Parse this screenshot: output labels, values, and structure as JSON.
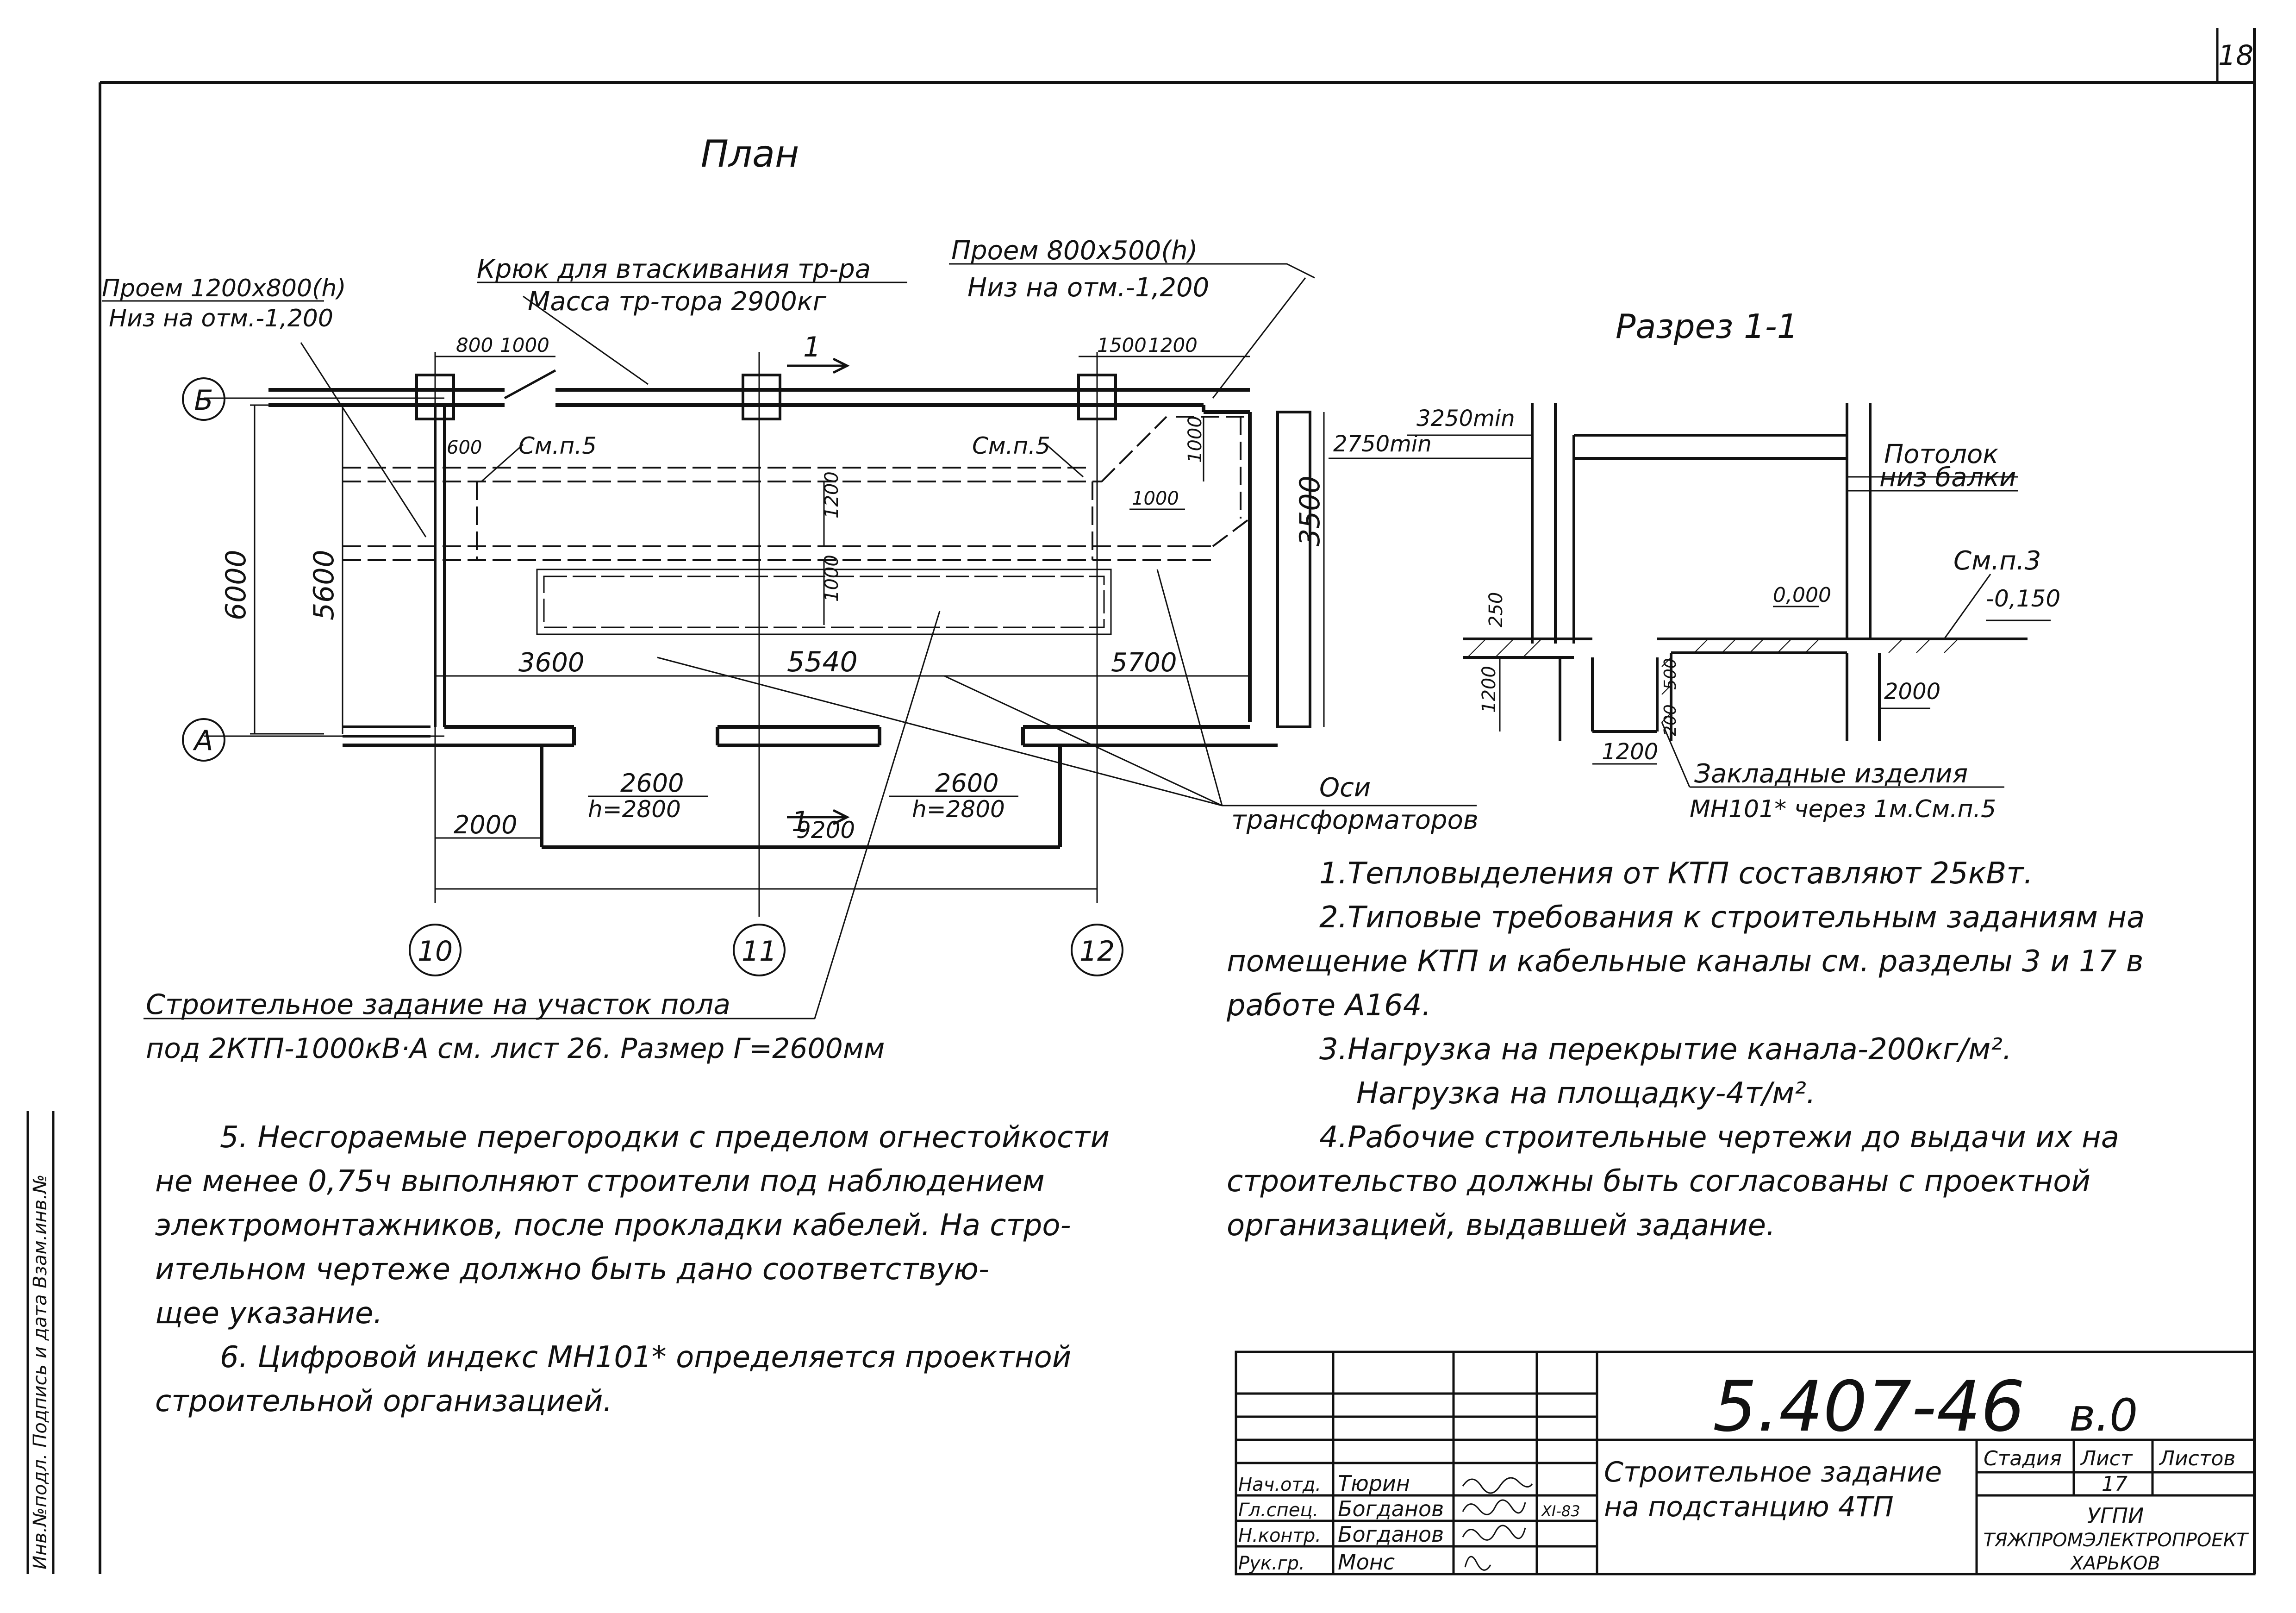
{
  "sheet_number": "18",
  "plan": {
    "title": "План",
    "callouts": {
      "opening_left_1": "Проем 1200x800(h)",
      "opening_left_2": "Низ на отм.-1,200",
      "hook_1": "Крюк для втаскивания тр-ра",
      "hook_2": "Масса тр-тора 2900кг",
      "opening_right_1": "Проем 800x500(h)",
      "opening_right_2": "Низ на отм.-1,200",
      "floor_task_1": "Строительное задание на участок пола",
      "floor_task_2": "под 2КТП-1000кВ·А см. лист 26. Размер Г=2600мм",
      "transformer_axes_1": "Оси",
      "transformer_axes_2": "трансформаторов",
      "see_note_left": "См.п.5",
      "see_note_right": "См.п.5"
    },
    "axes": {
      "b": "Б",
      "a": "А",
      "c10": "10",
      "c11": "11",
      "c12": "12"
    },
    "section_mark": "1",
    "dims": {
      "d800": "800",
      "d1000a": "1000",
      "d1500": "1500",
      "d1200a": "1200",
      "d600": "600",
      "d1200b": "1200",
      "d1000b": "1000",
      "d1000c": "1000",
      "d1000d": "1000",
      "d6000": "6000",
      "d5600": "5600",
      "d3500": "3500",
      "d3600": "3600",
      "d5540": "5540",
      "d5700": "5700",
      "d2600a": "2600",
      "h2800a": "h=2800",
      "d2600b": "2600",
      "h2800b": "h=2800",
      "d2000": "2000",
      "d9200": "9200"
    }
  },
  "section": {
    "title": "Разрез 1-1",
    "d3250": "3250min",
    "d2750": "2750min",
    "ceiling": "Потолок",
    "beam": "низ балки",
    "see_3": "См.п.3",
    "el_minus": "-0,150",
    "el_zero": "0,000",
    "d250": "250",
    "d1200v": "1200",
    "d500": "500",
    "d200": "200",
    "d2000": "2000",
    "d1200h": "1200",
    "embedded_1": "Закладные изделия",
    "embedded_2": "МН101* через 1м.См.п.5"
  },
  "notes_right": [
    "1.Тепловыделения от КТП составляют 25кВт.",
    "2.Типовые требования к строительным заданиям на",
    "помещение КТП и кабельные каналы см. разделы 3 и 17 в",
    "работе А164.",
    "3.Нагрузка на перекрытие канала-200кг/м².",
    "Нагрузка на площадку-4т/м².",
    "4.Рабочие строительные чертежи до выдачи их на",
    "строительство должны быть согласованы с проектной",
    "организацией, выдавшей задание."
  ],
  "notes_left": [
    "5. Несгораемые перегородки с пределом огнестойкости",
    "не менее 0,75ч выполняют строители под наблюдением",
    "электромонтажников, после прокладки кабелей. На стро-",
    "ительном чертеже должно быть дано соответствую-",
    "щее указание.",
    "6. Цифровой индекс МН101* определяется проектной",
    "строительной организацией."
  ],
  "side_stamp": {
    "text": "Инв.№подл. Подпись и дата Взам.инв.№"
  },
  "title_block": {
    "code": "5.407-46",
    "issue": "в.0",
    "name_1": "Строительное задание",
    "name_2": "на подстанцию 4ТП",
    "stage_label": "Стадия",
    "sheet_label": "Лист",
    "sheets_label": "Листов",
    "sheet_value": "17",
    "org_1": "УГПИ",
    "org_2": "ТЯЖПРОМЭЛЕКТРОПРОЕКТ",
    "org_3": "ХАРЬКОВ",
    "date": "XI-83",
    "roles": [
      {
        "role": "Нач.отд.",
        "name": "Тюрин"
      },
      {
        "role": "Гл.спец.",
        "name": "Богданов"
      },
      {
        "role": "Н.контр.",
        "name": "Богданов"
      },
      {
        "role": "Рук.гр.",
        "name": "Монс"
      }
    ]
  }
}
